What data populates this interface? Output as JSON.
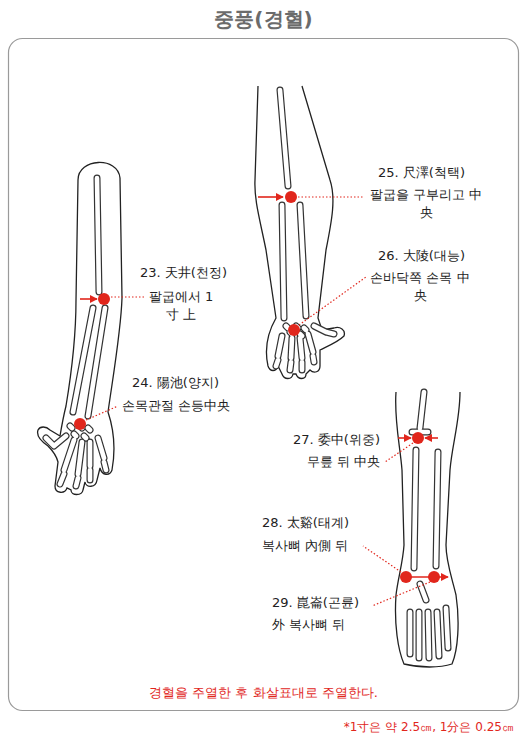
{
  "diagram": {
    "title": "중풍(경혈)",
    "caption": "경혈을 주열한 후 화살표대로 주열한다.",
    "labels": [
      "23. 天井(천정)",
      "팔굽에서 1寸 上",
      "24. 陽池(양지)",
      "손목관절 손등中央",
      "25. 尺澤(척택)",
      "팔굽을 구부리고 中央",
      "26. 大陵(대능)",
      "손바닥쪽 손목 中央",
      "27. 委中(위중)",
      "무릎 뒤 中央",
      "28. 太谿(태계)",
      "복사뼈 內側 뒤",
      "29. 崑崙(곤륜)",
      "外 복사뼈 뒤",
      "*1寸은 약 2.5㎝, 1分은 0.25㎝"
    ]
  }
}
